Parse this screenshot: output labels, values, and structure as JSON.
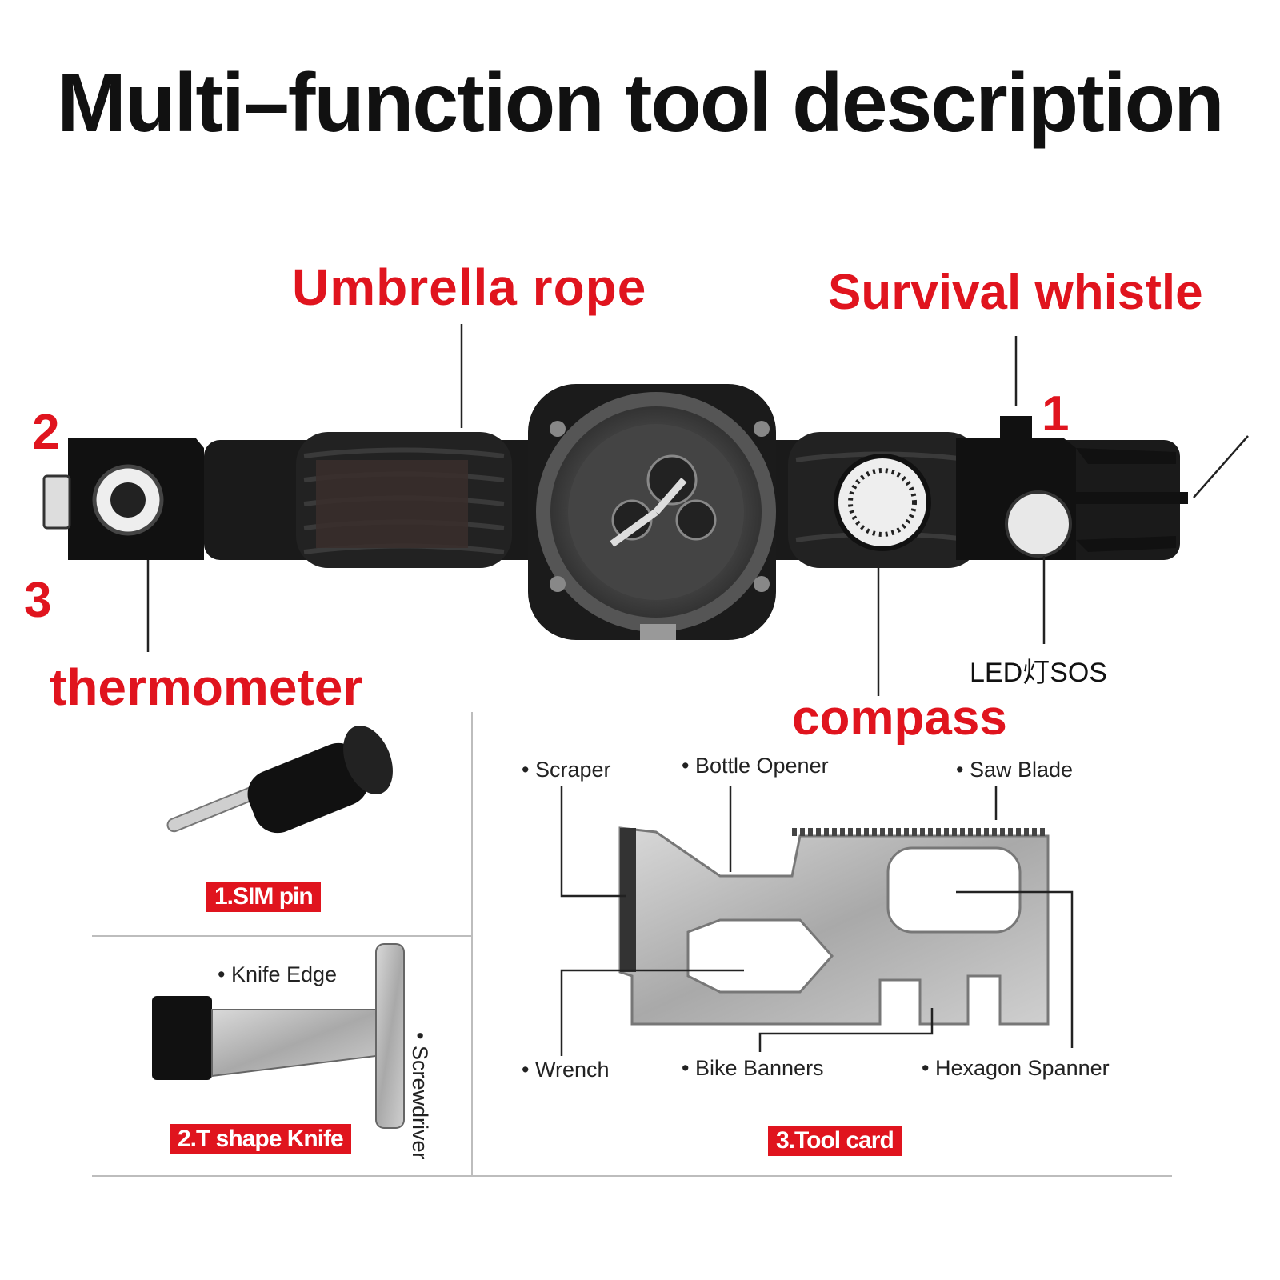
{
  "title": "Multi–function tool description",
  "callouts": {
    "umbrella_rope": "Umbrella rope",
    "survival_whistle": "Survival whistle",
    "thermometer": "thermometer",
    "compass": "compass",
    "led_sos": "LED灯SOS"
  },
  "numbers": {
    "n1": "1",
    "n2": "2",
    "n3": "3"
  },
  "panels": {
    "sim_pin": {
      "tag": "1.SIM pin"
    },
    "t_knife": {
      "tag": "2.T shape Knife",
      "knife_edge": "Knife Edge",
      "screwdriver": "Screwdriver"
    },
    "tool_card": {
      "tag": "3.Tool card",
      "scraper": "Scraper",
      "bottle_opener": "Bottle Opener",
      "saw_blade": "Saw Blade",
      "wrench": "Wrench",
      "bike_banners": "Bike Banners",
      "hexagon_spanner": "Hexagon Spanner"
    }
  },
  "colors": {
    "accent": "#e0141e",
    "strap": "#1a1a1a",
    "steel": "#b8b8b8"
  }
}
